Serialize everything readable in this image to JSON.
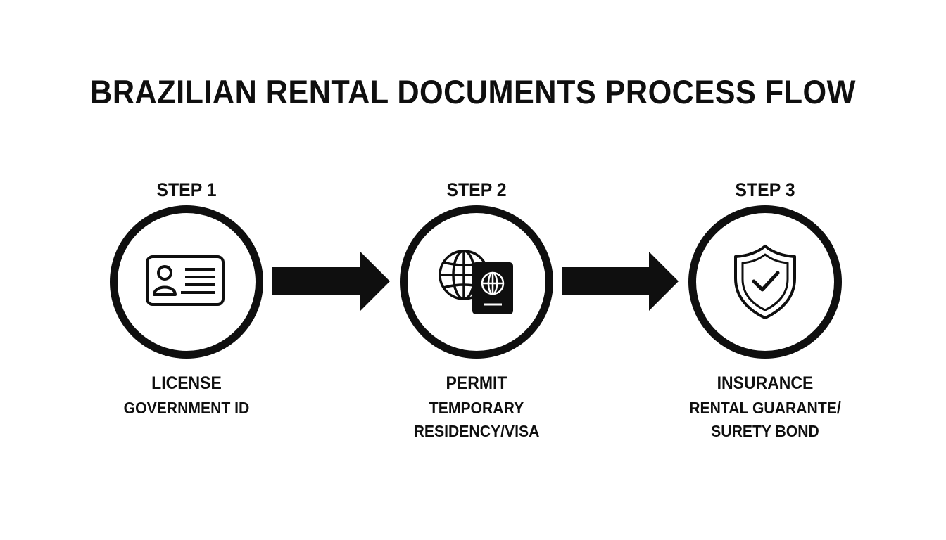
{
  "title": "BRAZILIAN RENTAL DOCUMENTS PROCESS FLOW",
  "steps": [
    {
      "label": "STEP 1",
      "icon": "id-card-icon",
      "document": "LICENSE",
      "description": "GOVERNMENT ID"
    },
    {
      "label": "STEP 2",
      "icon": "globe-passport-icon",
      "document": "PERMIT",
      "description": "TEMPORARY\nRESIDENCY/VISA"
    },
    {
      "label": "STEP 3",
      "icon": "shield-check-icon",
      "document": "INSURANCE",
      "description": "RENTAL GUARANTE/\nSURETY BOND"
    }
  ],
  "colors": {
    "ink": "#0f0f0f",
    "background": "#ffffff"
  }
}
